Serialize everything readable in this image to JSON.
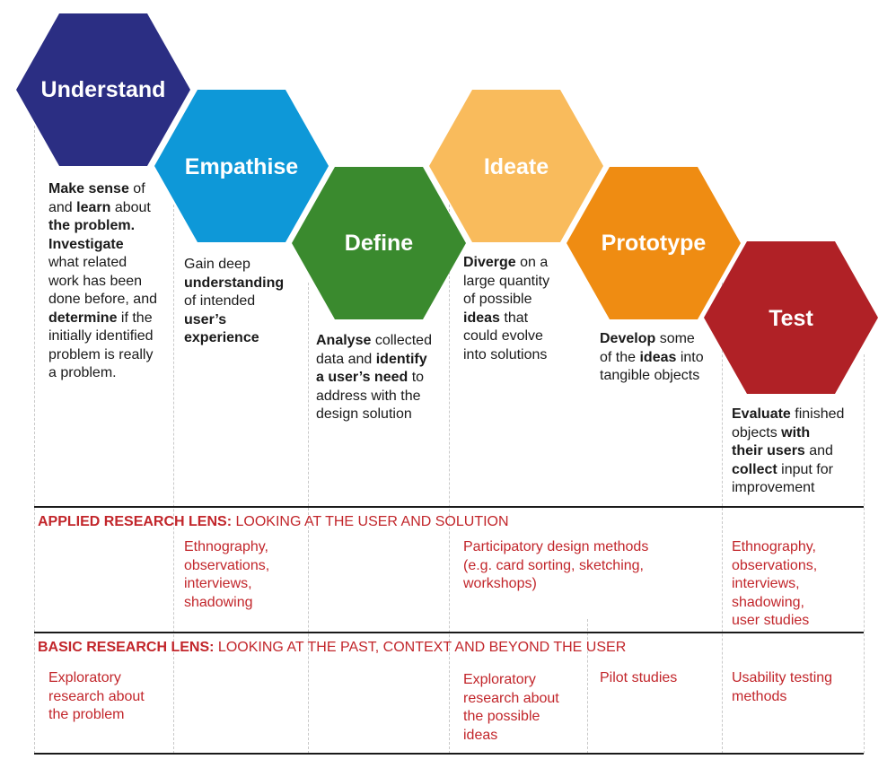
{
  "stages": [
    {
      "name": "Understand",
      "color": "#2b2e83",
      "description": [
        [
          {
            "t": "Make sense",
            "b": true
          },
          {
            "t": " of",
            "b": false
          }
        ],
        [
          {
            "t": "and ",
            "b": false
          },
          {
            "t": "learn",
            "b": true
          },
          {
            "t": " about",
            "b": false
          }
        ],
        [
          {
            "t": "the problem.",
            "b": true
          }
        ],
        [
          {
            "t": "Investigate",
            "b": true
          }
        ],
        [
          {
            "t": "what related",
            "b": false
          }
        ],
        [
          {
            "t": "work has been",
            "b": false
          }
        ],
        [
          {
            "t": "done before, and",
            "b": false
          }
        ],
        [
          {
            "t": "determine",
            "b": true
          },
          {
            "t": " if the",
            "b": false
          }
        ],
        [
          {
            "t": "initially identified",
            "b": false
          }
        ],
        [
          {
            "t": "problem is really",
            "b": false
          }
        ],
        [
          {
            "t": "a problem.",
            "b": false
          }
        ]
      ]
    },
    {
      "name": "Empathise",
      "color": "#0e98d8",
      "description": [
        [
          {
            "t": "Gain deep",
            "b": false
          }
        ],
        [
          {
            "t": "understanding",
            "b": true
          }
        ],
        [
          {
            "t": "of intended",
            "b": false
          }
        ],
        [
          {
            "t": "user’s",
            "b": true
          }
        ],
        [
          {
            "t": "experience",
            "b": true
          }
        ]
      ]
    },
    {
      "name": "Define",
      "color": "#3a8a2e",
      "description": [
        [
          {
            "t": "Analyse",
            "b": true
          },
          {
            "t": " collected",
            "b": false
          }
        ],
        [
          {
            "t": "data and ",
            "b": false
          },
          {
            "t": "identify",
            "b": true
          }
        ],
        [
          {
            "t": "a user’s need",
            "b": true
          },
          {
            "t": " to",
            "b": false
          }
        ],
        [
          {
            "t": "address with the",
            "b": false
          }
        ],
        [
          {
            "t": "design solution",
            "b": false
          }
        ]
      ]
    },
    {
      "name": "Ideate",
      "color": "#f9bb5c",
      "description": [
        [
          {
            "t": "Diverge",
            "b": true
          },
          {
            "t": " on a",
            "b": false
          }
        ],
        [
          {
            "t": "large quantity",
            "b": false
          }
        ],
        [
          {
            "t": "of possible",
            "b": false
          }
        ],
        [
          {
            "t": "ideas",
            "b": true
          },
          {
            "t": " that",
            "b": false
          }
        ],
        [
          {
            "t": "could evolve",
            "b": false
          }
        ],
        [
          {
            "t": "into solutions",
            "b": false
          }
        ]
      ]
    },
    {
      "name": "Prototype",
      "color": "#ef8c12",
      "description": [
        [
          {
            "t": "Develop",
            "b": true
          },
          {
            "t": " some",
            "b": false
          }
        ],
        [
          {
            "t": "of the ",
            "b": false
          },
          {
            "t": "ideas",
            "b": true
          },
          {
            "t": " into",
            "b": false
          }
        ],
        [
          {
            "t": "tangible objects",
            "b": false
          }
        ]
      ]
    },
    {
      "name": "Test",
      "color": "#b02126",
      "description": [
        [
          {
            "t": "Evaluate",
            "b": true
          },
          {
            "t": " finished",
            "b": false
          }
        ],
        [
          {
            "t": "objects ",
            "b": false
          },
          {
            "t": "with",
            "b": true
          }
        ],
        [
          {
            "t": "their users",
            "b": true
          },
          {
            "t": " and",
            "b": false
          }
        ],
        [
          {
            "t": "collect",
            "b": true
          },
          {
            "t": " input for",
            "b": false
          }
        ],
        [
          {
            "t": "improvement",
            "b": false
          }
        ]
      ]
    }
  ],
  "applied_lens": {
    "name": "APPLIED RESEARCH LENS:",
    "subtitle": " LOOKING AT THE USER AND SOLUTION",
    "items": [
      "Ethnography,\nobservations,\ninterviews,\nshadowing",
      "Participatory design methods\n(e.g. card sorting, sketching,\nworkshops)",
      "Ethnography,\nobservations,\ninterviews,\nshadowing,\nuser studies"
    ]
  },
  "basic_lens": {
    "name": "BASIC RESEARCH LENS:",
    "subtitle": " LOOKING AT THE PAST, CONTEXT AND BEYOND THE USER",
    "items": [
      "Exploratory\nresearch about\nthe problem",
      "Exploratory\nresearch about\nthe possible\nideas",
      "Pilot studies",
      "Usability testing\nmethods"
    ]
  },
  "colors": {
    "lens_text": "#c2262b",
    "body_text": "#1a1a1a",
    "rule": "#1a1a1a",
    "dashed": "#c9c9c9"
  }
}
